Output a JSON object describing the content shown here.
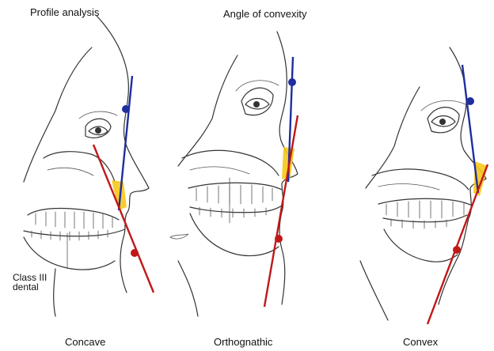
{
  "header": {
    "left_title": "Profile analysis",
    "center_title": "Angle of convexity"
  },
  "panels": [
    {
      "caption": "Concave"
    },
    {
      "caption": "Orthognathic"
    },
    {
      "caption": "Convex"
    }
  ],
  "annotation": {
    "line1": "Class III",
    "line2": "dental"
  },
  "colors": {
    "upper_line": "#1f2e9e",
    "lower_line": "#c01818",
    "angle_fill": "#f7c81a",
    "sketch": "#333333"
  }
}
